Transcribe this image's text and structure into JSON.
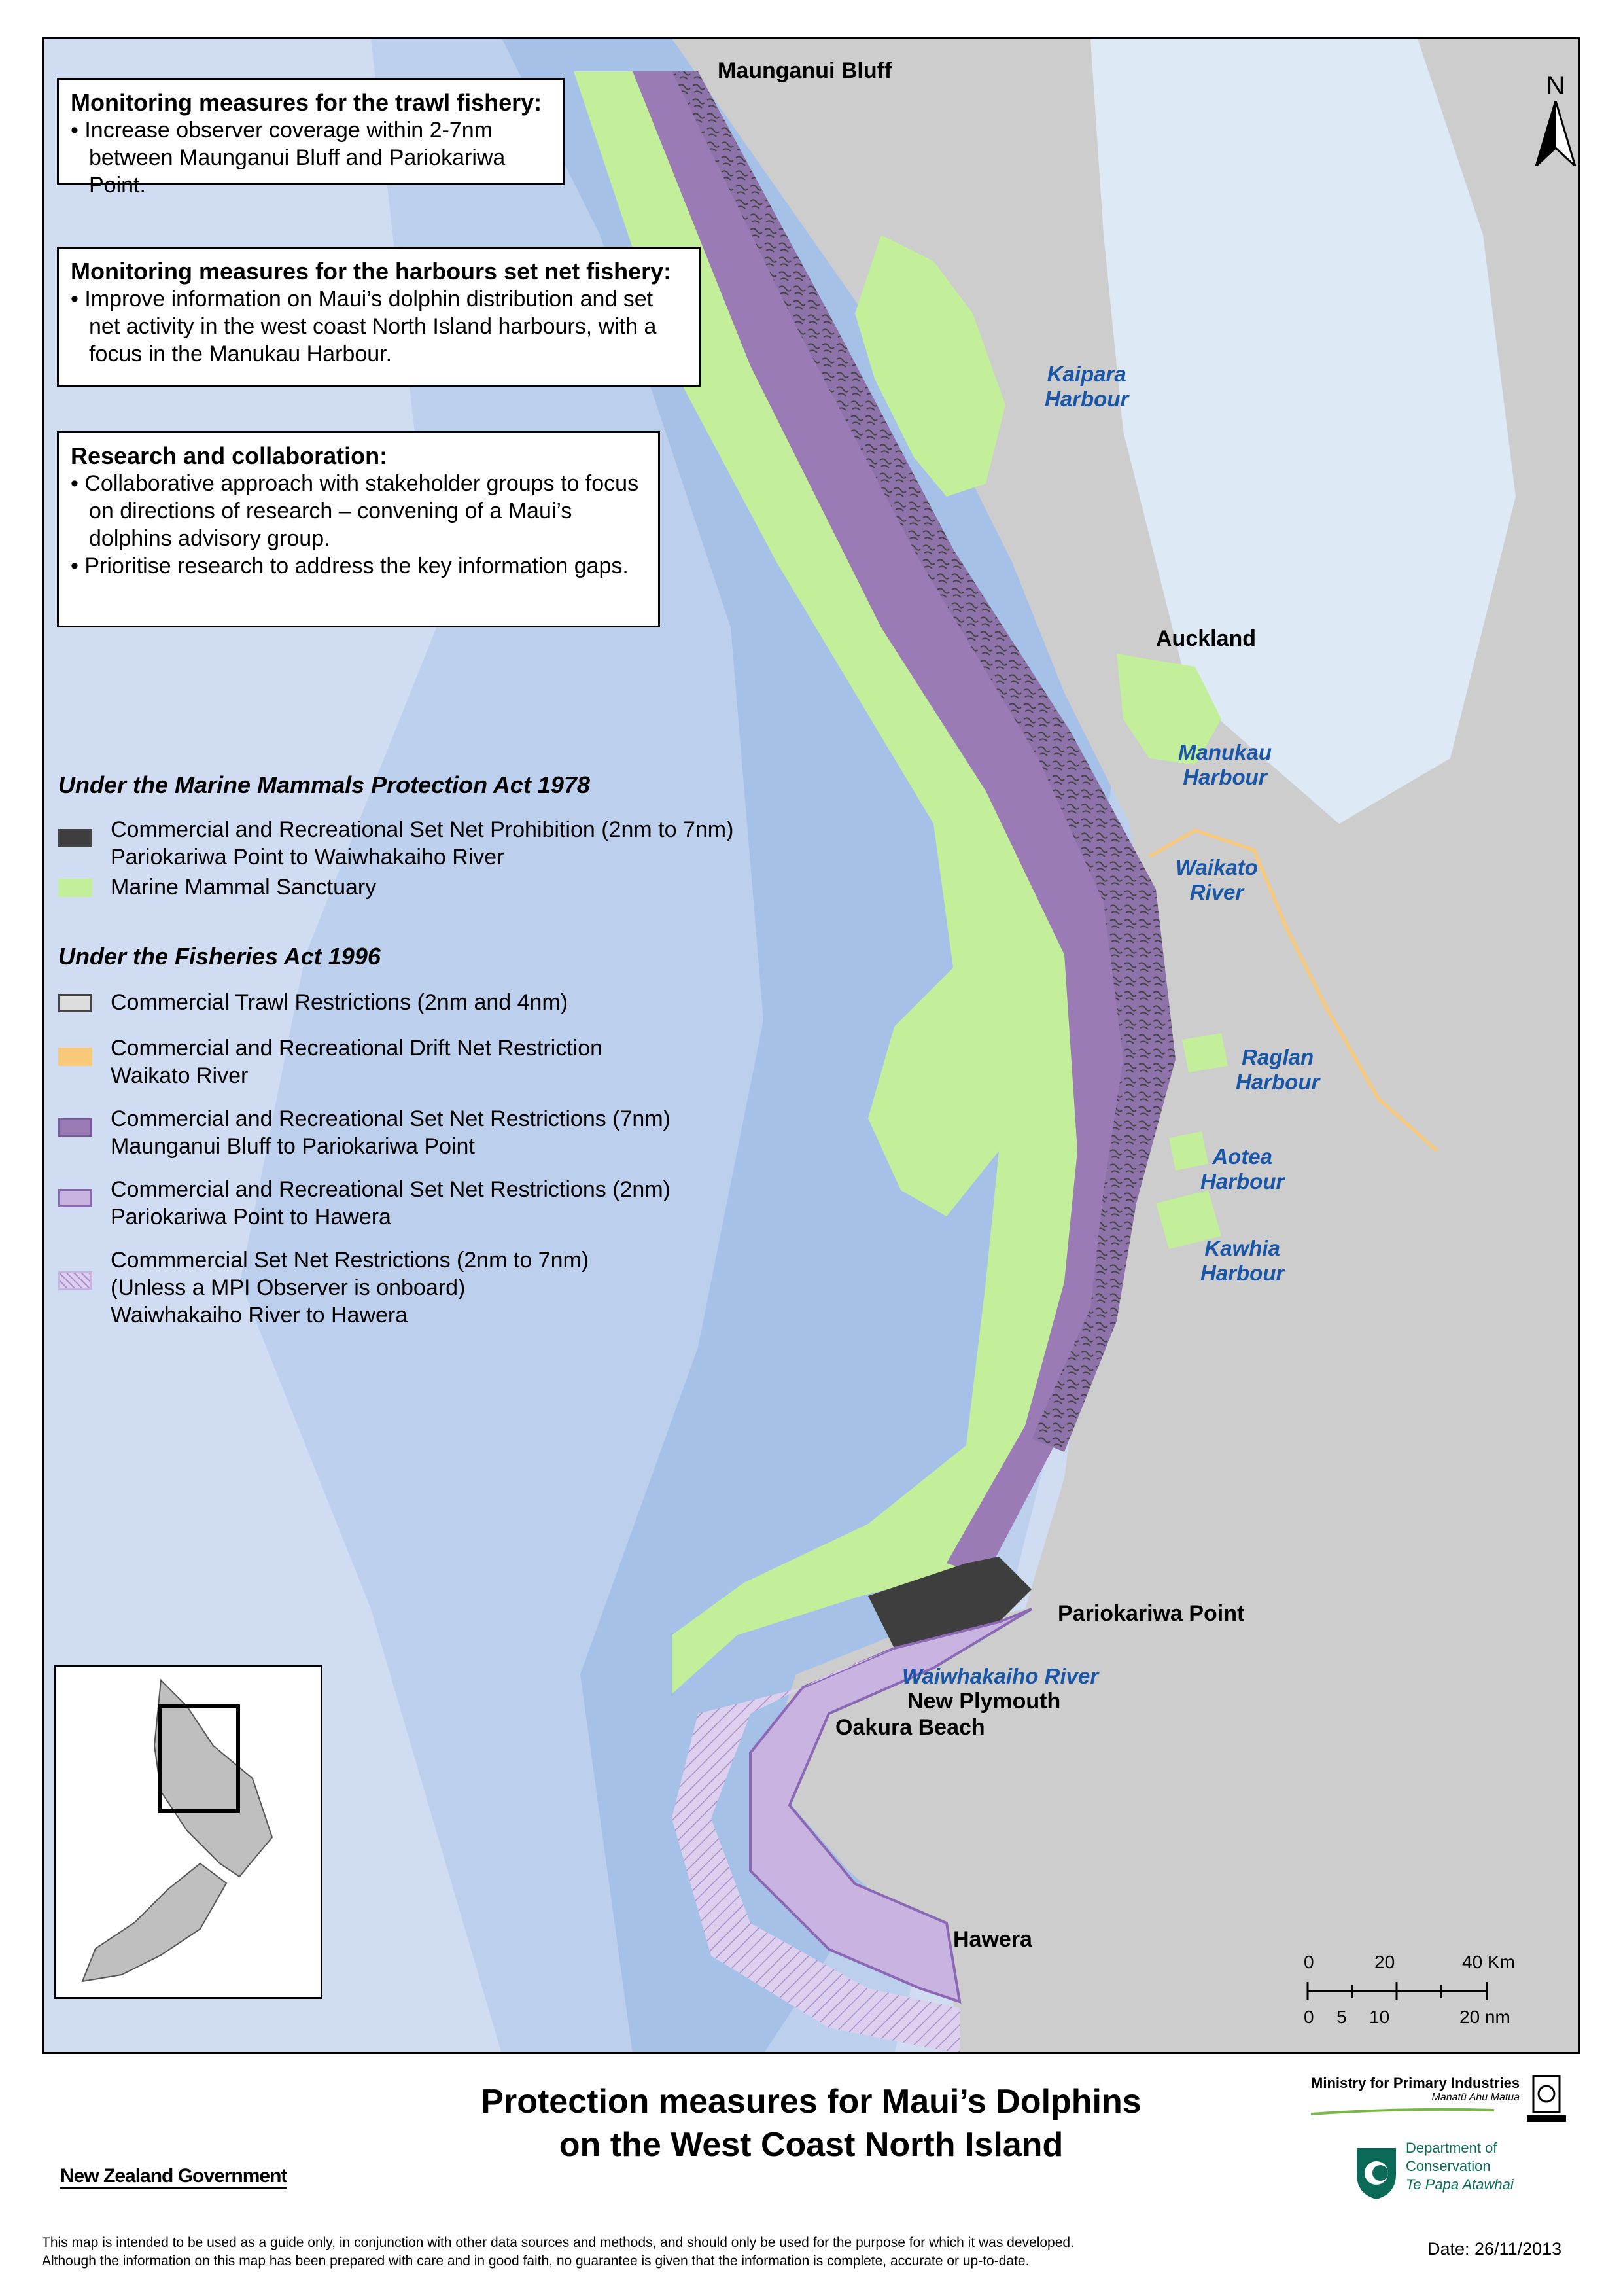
{
  "monitoring_trawl": {
    "title": "Monitoring measures for the trawl fishery:",
    "items": [
      "Increase observer coverage within 2-7nm between Maunganui Bluff and Pariokariwa Point."
    ]
  },
  "monitoring_harbours": {
    "title": "Monitoring measures for the harbours set net fishery:",
    "items": [
      "Improve information on Maui’s dolphin distribution and set net activity in the west coast North Island harbours, with a focus in the Manukau Harbour."
    ]
  },
  "research": {
    "title": "Research and collaboration:",
    "items": [
      "Collaborative approach with stakeholder groups to focus on directions of research – convening of a Maui’s dolphins advisory group.",
      "Prioritise research to address the key information gaps."
    ]
  },
  "legend": {
    "mmpa_heading": "Under the Marine Mammals Protection Act 1978",
    "fisheries_heading": "Under the Fisheries Act 1996",
    "items": [
      {
        "line1": "Commercial and Recreational Set Net Prohibition (2nm to 7nm)",
        "line2": "Pariokariwa Point to Waiwhakaiho River",
        "line3": "",
        "color": "#3e3e3e"
      },
      {
        "line1": "Marine Mammal Sanctuary",
        "line2": "",
        "line3": "",
        "color": "#c3ee9a"
      },
      {
        "line1": "Commercial Trawl Restrictions (2nm and 4nm)",
        "line2": "",
        "line3": "",
        "color": "#cccccc"
      },
      {
        "line1": "Commercial and Recreational Drift Net Restriction",
        "line2": "Waikato River",
        "line3": "",
        "color": "#f9c97a"
      },
      {
        "line1": "Commercial and Recreational Set Net Restrictions (7nm)",
        "line2": "Maunganui Bluff to Pariokariwa Point",
        "line3": "",
        "color": "#9b7bb5"
      },
      {
        "line1": "Commercial and Recreational Set Net Restrictions (2nm)",
        "line2": "Pariokariwa Point to Hawera",
        "line3": "",
        "color": "#c9b3e0"
      },
      {
        "line1": "Commmercial Set Net Restrictions (2nm to 7nm)",
        "line2": "(Unless a MPI Observer is onboard)",
        "line3": "Waiwhakaiho River to Hawera",
        "color": "#ddd0ee"
      }
    ]
  },
  "places": {
    "maunganui_bluff": "Maunganui Bluff",
    "auckland": "Auckland",
    "pariokariwa_point": "Pariokariwa Point",
    "new_plymouth": "New Plymouth",
    "oakura_beach": "Oakura Beach",
    "hawera": "Hawera"
  },
  "water_labels": {
    "kaipara_1": "Kaipara",
    "kaipara_2": "Harbour",
    "manukau_1": "Manukau",
    "manukau_2": "Harbour",
    "waikato_1": "Waikato",
    "waikato_2": "River",
    "raglan_1": "Raglan",
    "raglan_2": "Harbour",
    "aotea_1": "Aotea",
    "aotea_2": "Harbour",
    "kawhia_1": "Kawhia",
    "kawhia_2": "Harbour",
    "waiwhakaiho": "Waiwhakaiho River"
  },
  "north_label": "N",
  "scale": {
    "km_labels": [
      "0",
      "20",
      "40 Km"
    ],
    "nm_labels": [
      "0",
      "5",
      "10",
      "20 nm"
    ]
  },
  "footer": {
    "title_line1": "Protection measures for Maui’s Dolphins",
    "title_line2": "on the West Coast North Island",
    "nz_government": "New Zealand Government",
    "mpi_name": "Ministry for Primary Industries",
    "mpi_maori": "Manatū Ahu Matua",
    "doc_line1": "Department of",
    "doc_line2": "Conservation",
    "doc_maori": "Te Papa Atawhai",
    "disclaimer_line1": "This map is intended to be used as a guide only, in conjunction with other data sources and methods, and should only be used for the purpose for which it was developed.",
    "disclaimer_line2": "Although the information on this map has been prepared with care and in good faith, no guarantee is given that the information is complete, accurate or up-to-date.",
    "date": "Date: 26/11/2013"
  },
  "colors": {
    "deep_ocean": "#c9d9f0",
    "shelf_ocean": "#a9c4e8",
    "land": "#cfcfcf",
    "sanctuary": "#c3ee9a",
    "set_net_7nm": "#9b7bb5",
    "set_net_2nm": "#c9b3e0",
    "prohibition": "#3e3e3e",
    "drift_net": "#f9c97a",
    "harbour_label": "#1a56a8"
  }
}
